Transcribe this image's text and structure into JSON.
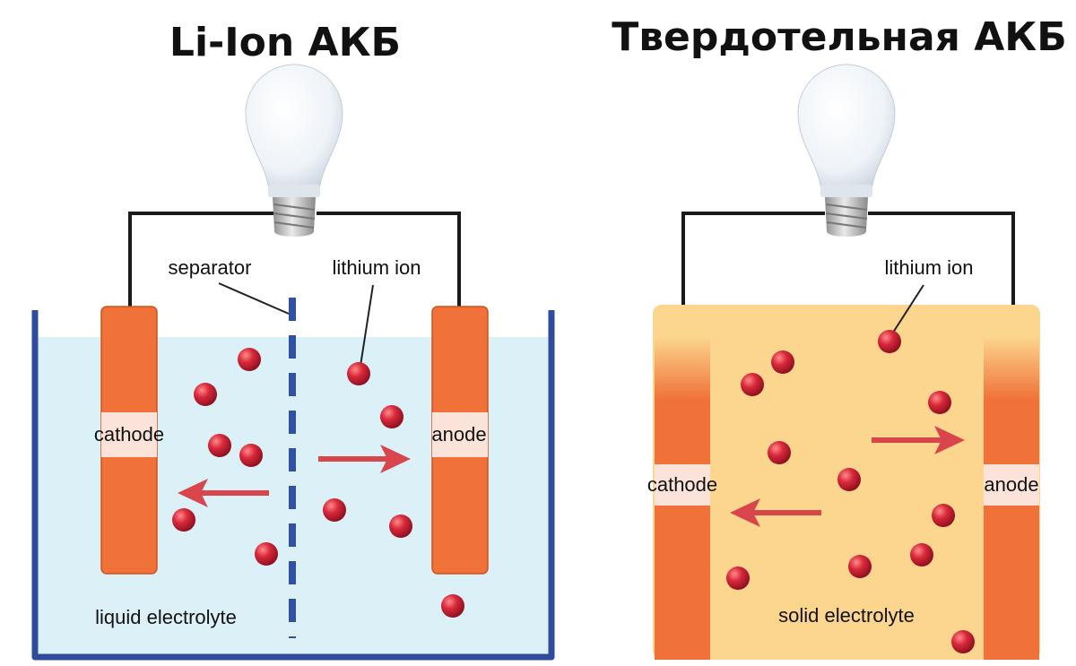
{
  "left_panel": {
    "title": "Li-Ion АКБ",
    "labels": {
      "separator": "separator",
      "lithium_ion": "lithium ion",
      "cathode": "cathode",
      "anode": "anode",
      "electrolyte": "liquid electrolyte"
    }
  },
  "right_panel": {
    "title": "Твердотельная АКБ",
    "labels": {
      "lithium_ion": "lithium ion",
      "cathode": "cathode",
      "anode": "anode",
      "electrolyte": "solid electrolyte"
    }
  },
  "colors": {
    "liquid_electrolyte": "#dcf0f8",
    "container_wall": "#2e4b9c",
    "separator": "#3050a0",
    "electrode": "#f07238",
    "solid_electrolyte": "#fcd58e",
    "ion": "#c9202e",
    "arrow": "#d8464b",
    "wire": "#1a1a1a"
  }
}
